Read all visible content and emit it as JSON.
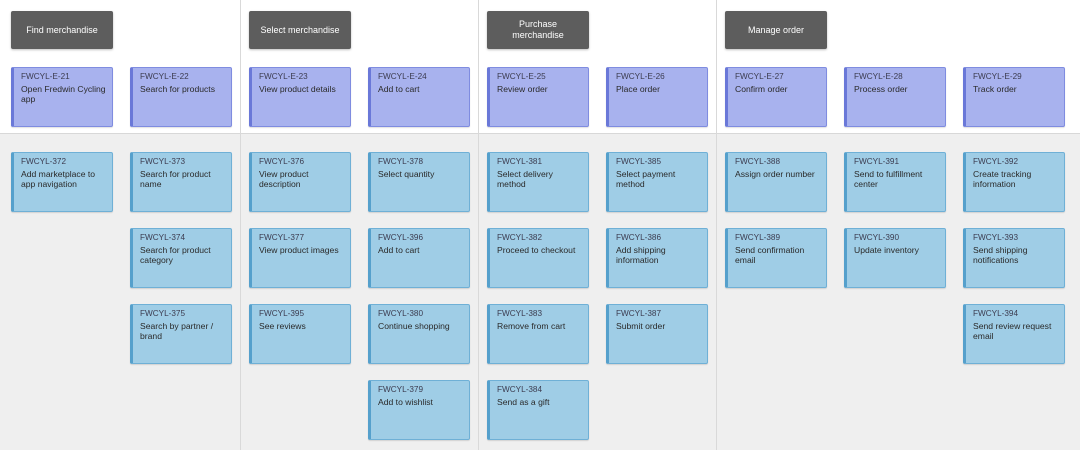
{
  "activities": [
    {
      "label": "Find merchandise"
    },
    {
      "label": "Select merchandise"
    },
    {
      "label": "Purchase merchandise"
    },
    {
      "label": "Manage order"
    }
  ],
  "epics": [
    {
      "id": "FWCYL-E-21",
      "title": "Open Fredwin Cycling app"
    },
    {
      "id": "FWCYL-E-22",
      "title": "Search for products"
    },
    {
      "id": "FWCYL-E-23",
      "title": "View product details"
    },
    {
      "id": "FWCYL-E-24",
      "title": "Add to cart"
    },
    {
      "id": "FWCYL-E-25",
      "title": "Review order"
    },
    {
      "id": "FWCYL-E-26",
      "title": "Place order"
    },
    {
      "id": "FWCYL-E-27",
      "title": "Confirm order"
    },
    {
      "id": "FWCYL-E-28",
      "title": "Process order"
    },
    {
      "id": "FWCYL-E-29",
      "title": "Track order"
    }
  ],
  "stories": [
    {
      "id": "FWCYL-372",
      "title": "Add marketplace to app navigation"
    },
    {
      "id": "FWCYL-373",
      "title": "Search for product name"
    },
    {
      "id": "FWCYL-374",
      "title": "Search for product category"
    },
    {
      "id": "FWCYL-375",
      "title": "Search by partner / brand"
    },
    {
      "id": "FWCYL-376",
      "title": "View product description"
    },
    {
      "id": "FWCYL-377",
      "title": "View product images"
    },
    {
      "id": "FWCYL-395",
      "title": "See reviews"
    },
    {
      "id": "FWCYL-378",
      "title": "Select quantity"
    },
    {
      "id": "FWCYL-396",
      "title": "Add to cart"
    },
    {
      "id": "FWCYL-380",
      "title": "Continue shopping"
    },
    {
      "id": "FWCYL-379",
      "title": "Add to wishlist"
    },
    {
      "id": "FWCYL-381",
      "title": "Select delivery method"
    },
    {
      "id": "FWCYL-382",
      "title": "Proceed to checkout"
    },
    {
      "id": "FWCYL-383",
      "title": "Remove from cart"
    },
    {
      "id": "FWCYL-384",
      "title": "Send as a gift"
    },
    {
      "id": "FWCYL-385",
      "title": "Select payment method"
    },
    {
      "id": "FWCYL-386",
      "title": "Add shipping information"
    },
    {
      "id": "FWCYL-387",
      "title": "Submit order"
    },
    {
      "id": "FWCYL-388",
      "title": "Assign order number"
    },
    {
      "id": "FWCYL-389",
      "title": "Send confirmation email"
    },
    {
      "id": "FWCYL-391",
      "title": "Send to fulfillment center"
    },
    {
      "id": "FWCYL-390",
      "title": "Update inventory"
    },
    {
      "id": "FWCYL-392",
      "title": "Create tracking information"
    },
    {
      "id": "FWCYL-393",
      "title": "Send shipping notifications"
    },
    {
      "id": "FWCYL-394",
      "title": "Send review request email"
    }
  ]
}
